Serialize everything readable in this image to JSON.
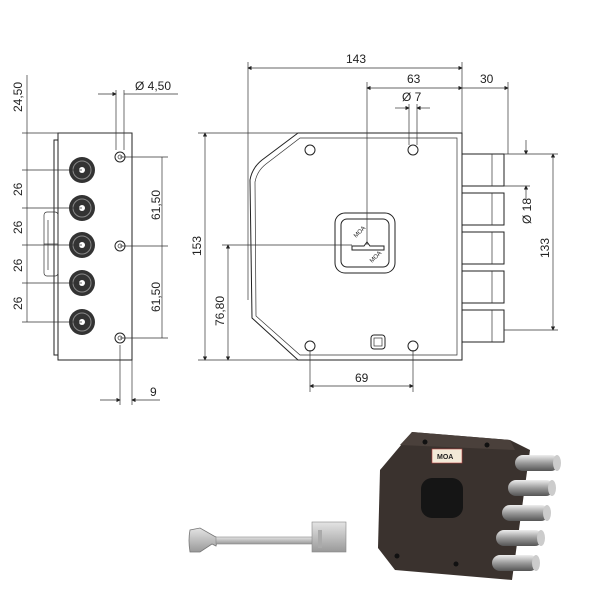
{
  "side_view": {
    "top_offset": "24,50",
    "hole_diameter": "Ø 4,50",
    "bolt_spacing": [
      "26",
      "26",
      "26",
      "26"
    ],
    "hole_spacing_upper": "61,50",
    "hole_spacing_lower": "61,50",
    "backset_hole": "9"
  },
  "front_view": {
    "width": "143",
    "key_to_edge": "63",
    "bolt_projection": "30",
    "hole_diameter": "Ø 7",
    "bolt_diameter": "Ø 18",
    "bolt_span": "133",
    "height": "153",
    "key_height": "76,80",
    "hole_spacing": "69",
    "key_shield_text": [
      "MOA",
      "MOA"
    ]
  },
  "photo": {
    "brand_label": "MOA"
  },
  "colors": {
    "line": "#222222",
    "lock_body": "#3a322e",
    "bolt": "#b8b8b8",
    "key": "#c8c8c8"
  }
}
